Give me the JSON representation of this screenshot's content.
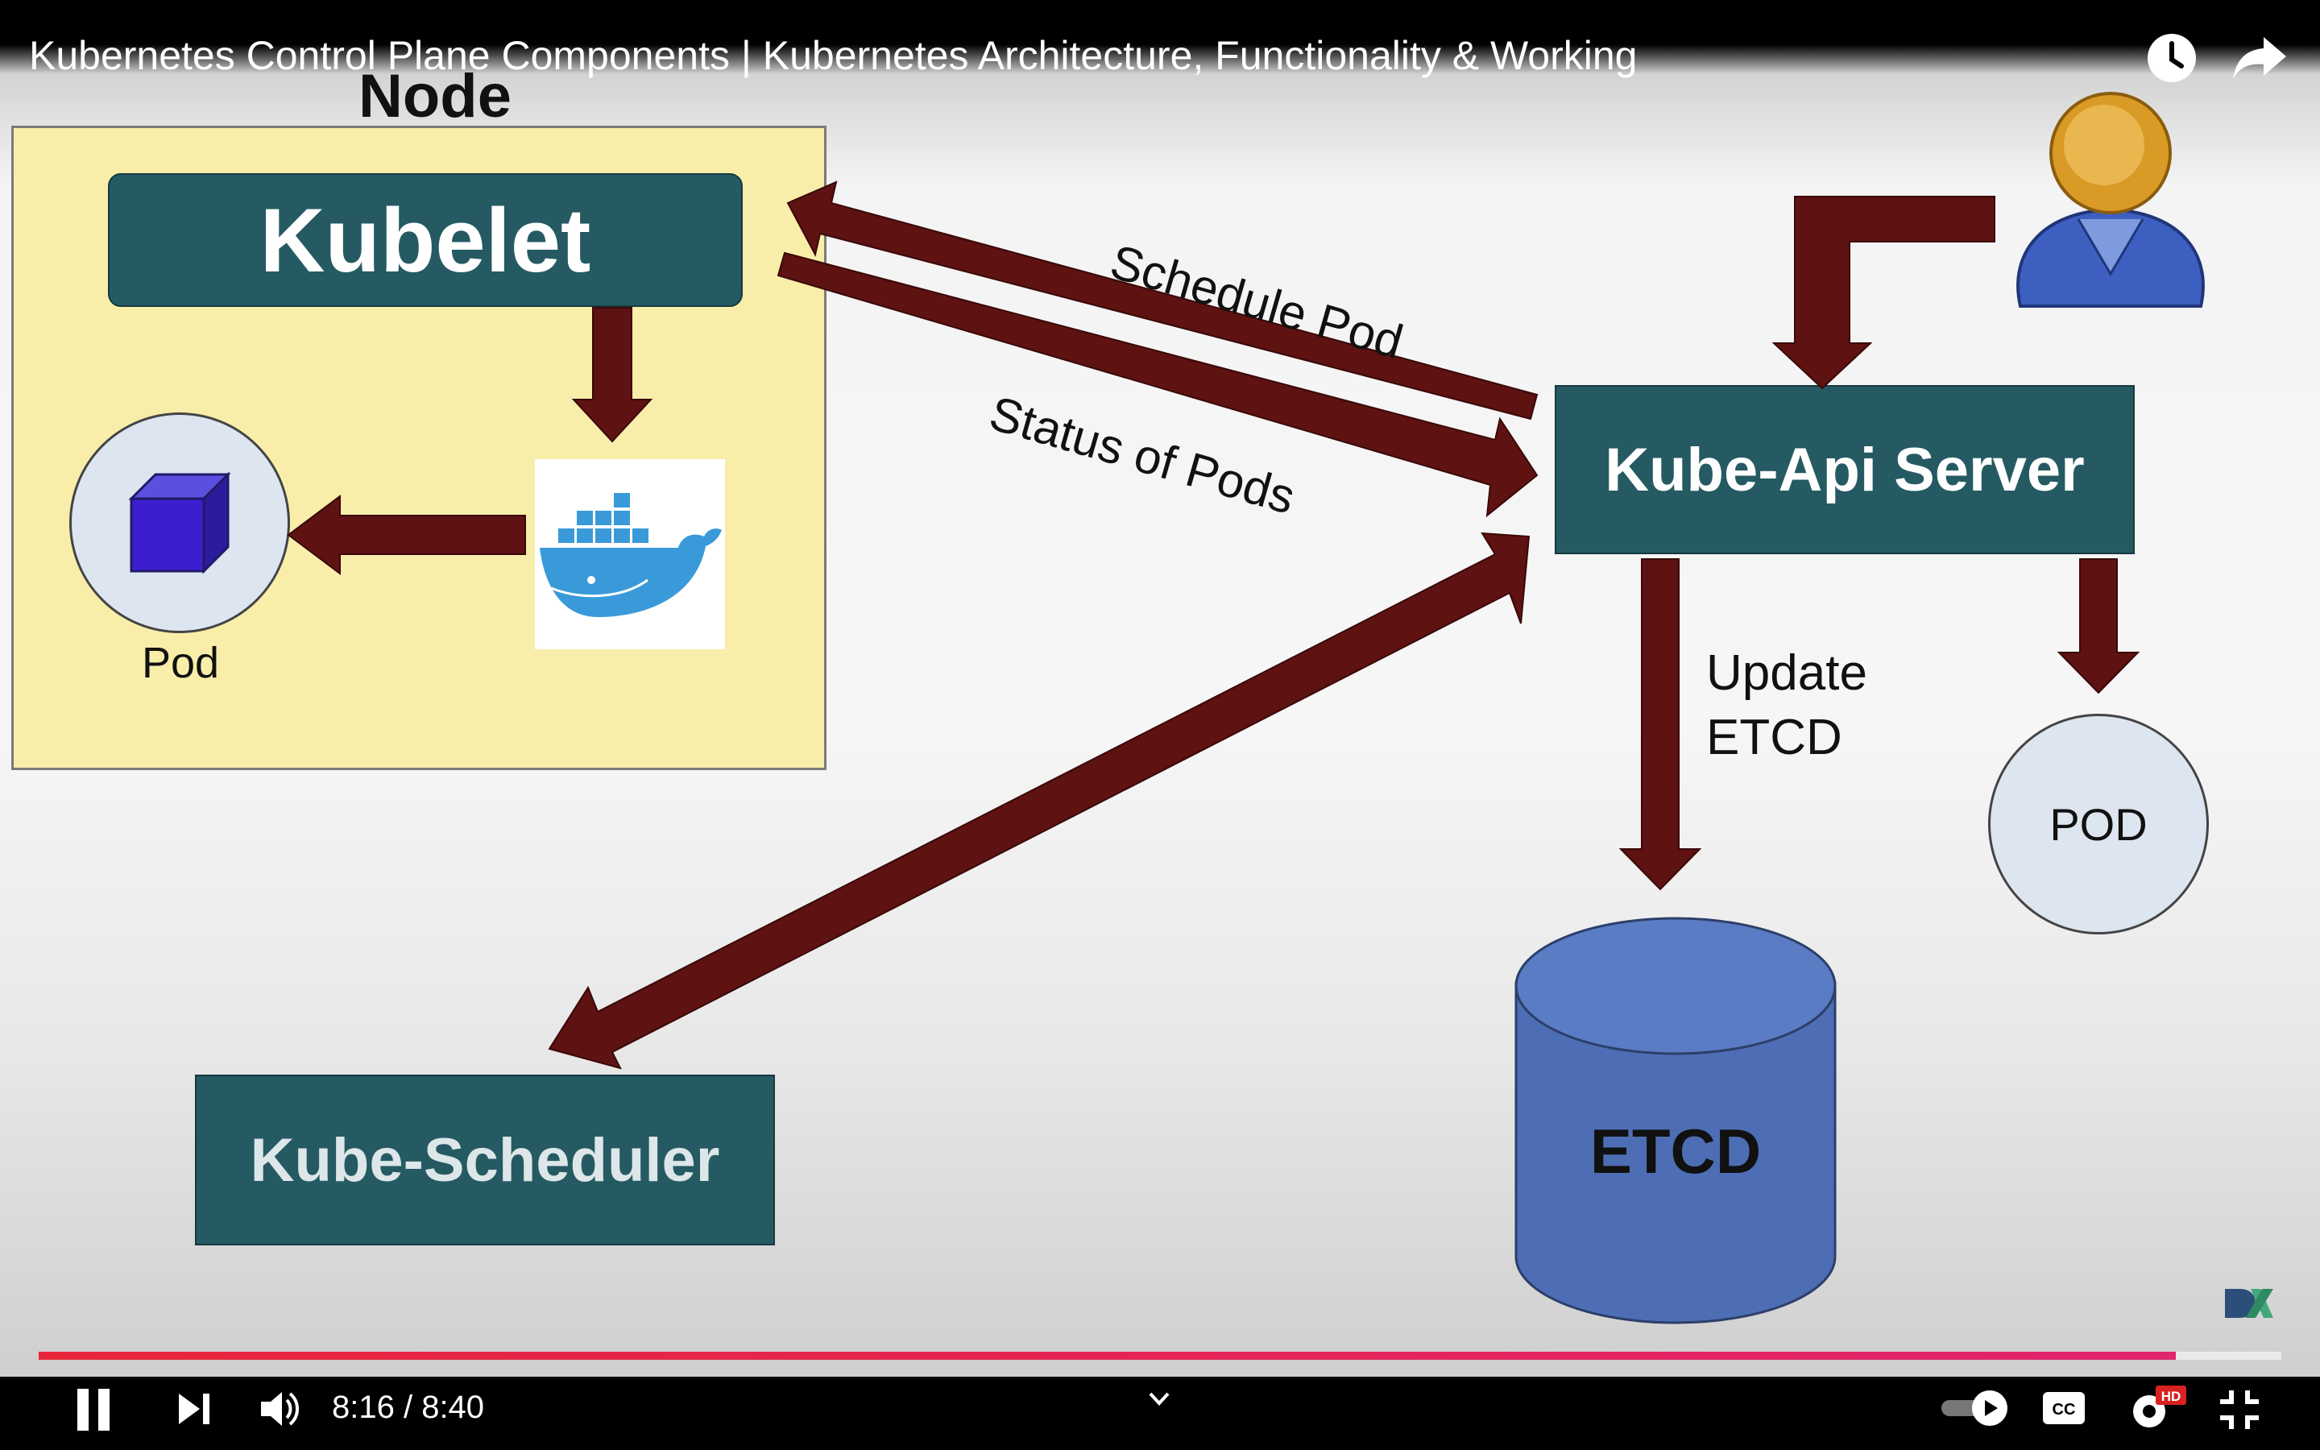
{
  "video": {
    "title": "Kubernetes Control Plane Components | Kubernetes Architecture, Functionality & Working",
    "time_display": "8:16 / 8:40",
    "progress_fraction": 0.953
  },
  "diagram": {
    "node_title": "Node",
    "kubelet": "Kubelet",
    "pod_label": "Pod",
    "api_server": "Kube-Api Server",
    "scheduler": "Kube-Scheduler",
    "etcd": "ETCD",
    "pod_circle": "POD",
    "schedule_pod": "Schedule Pod",
    "status_of_pods": "Status of Pods",
    "update_line1": "Update",
    "update_line2": "ETCD"
  },
  "colors": {
    "arrow": "#5e1212",
    "teal_box": "#255a63",
    "node_fill": "#f8eeaa",
    "progress_played": "#e8263a"
  },
  "icons": {
    "top_right": [
      "clock-icon",
      "share-icon"
    ],
    "controls": [
      "pause-icon",
      "next-icon",
      "volume-icon",
      "chevron-down-icon",
      "autoplay-toggle",
      "cc-icon",
      "settings-hd-icon",
      "exit-fullscreen-icon"
    ]
  }
}
